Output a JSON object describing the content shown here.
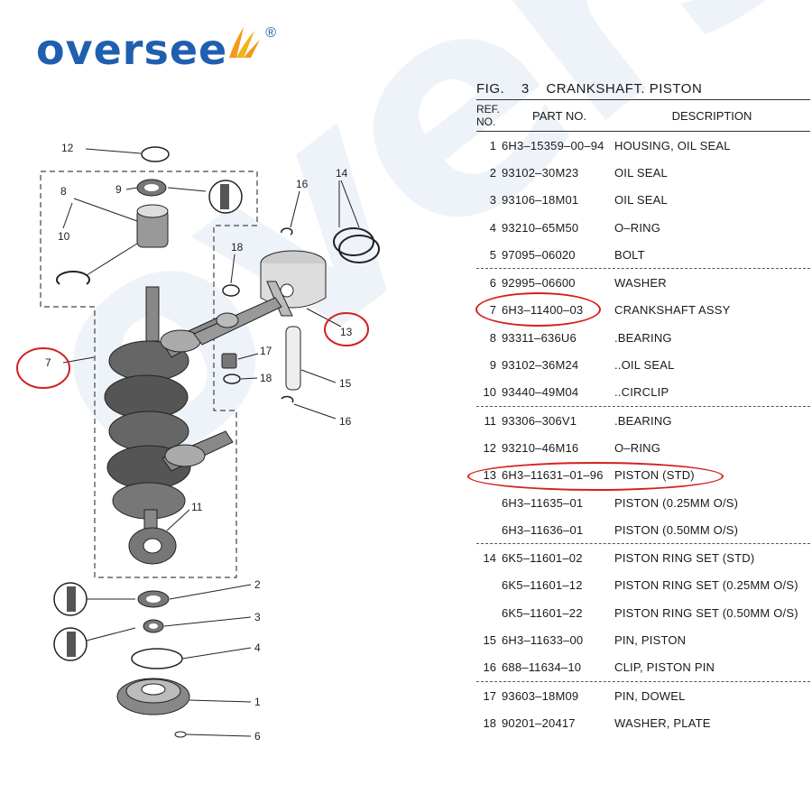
{
  "brand": {
    "name": "oversee",
    "reg": "®",
    "watermark": "oversee"
  },
  "figure": {
    "label": "FIG.",
    "number": "3",
    "title": "CRANKSHAFT. PISTON"
  },
  "table": {
    "headers": {
      "ref": "REF.\nNO.",
      "part": "PART NO.",
      "desc": "DESCRIPTION"
    },
    "rows": [
      {
        "ref": "1",
        "part": "6H3–15359–00–94",
        "desc": "HOUSING, OIL SEAL",
        "div": false
      },
      {
        "ref": "2",
        "part": "93102–30M23",
        "desc": "OIL SEAL",
        "div": false
      },
      {
        "ref": "3",
        "part": "93106–18M01",
        "desc": "OIL SEAL",
        "div": false
      },
      {
        "ref": "4",
        "part": "93210–65M50",
        "desc": "O–RING",
        "div": false
      },
      {
        "ref": "5",
        "part": "97095–06020",
        "desc": "BOLT",
        "div": false
      },
      {
        "ref": "6",
        "part": "92995–06600",
        "desc": "WASHER",
        "div": true
      },
      {
        "ref": "7",
        "part": "6H3–11400–03",
        "desc": "CRANKSHAFT ASSY",
        "div": false
      },
      {
        "ref": "8",
        "part": "93311–636U6",
        "desc": ".BEARING",
        "div": false
      },
      {
        "ref": "9",
        "part": "93102–36M24",
        "desc": "..OIL SEAL",
        "div": false
      },
      {
        "ref": "10",
        "part": "93440–49M04",
        "desc": "..CIRCLIP",
        "div": false
      },
      {
        "ref": "11",
        "part": "93306–306V1",
        "desc": ".BEARING",
        "div": true
      },
      {
        "ref": "12",
        "part": "93210–46M16",
        "desc": "O–RING",
        "div": false
      },
      {
        "ref": "13",
        "part": "6H3–11631–01–96",
        "desc": "PISTON (STD)",
        "div": false
      },
      {
        "ref": "",
        "part": "6H3–11635–01",
        "desc": "PISTON (0.25MM O/S)",
        "div": false
      },
      {
        "ref": "",
        "part": "6H3–11636–01",
        "desc": "PISTON (0.50MM O/S)",
        "div": false
      },
      {
        "ref": "14",
        "part": "6K5–11601–02",
        "desc": "PISTON RING SET (STD)",
        "div": true
      },
      {
        "ref": "",
        "part": "6K5–11601–12",
        "desc": "PISTON RING SET (0.25MM O/S)",
        "div": false
      },
      {
        "ref": "",
        "part": "6K5–11601–22",
        "desc": "PISTON RING SET (0.50MM O/S)",
        "div": false
      },
      {
        "ref": "15",
        "part": "6H3–11633–00",
        "desc": "PIN, PISTON",
        "div": false
      },
      {
        "ref": "16",
        "part": "688–11634–10",
        "desc": "CLIP, PISTON PIN",
        "div": false
      },
      {
        "ref": "17",
        "part": "93603–18M09",
        "desc": "PIN, DOWEL",
        "div": true
      },
      {
        "ref": "18",
        "part": "90201–20417",
        "desc": "WASHER, PLATE",
        "div": false
      }
    ]
  },
  "callouts": [
    "12",
    "9",
    "8",
    "10",
    "16",
    "14",
    "18",
    "13",
    "7",
    "17",
    "18",
    "15",
    "16",
    "11",
    "2",
    "3",
    "4",
    "1",
    "6"
  ],
  "highlight_color": "#d42020"
}
